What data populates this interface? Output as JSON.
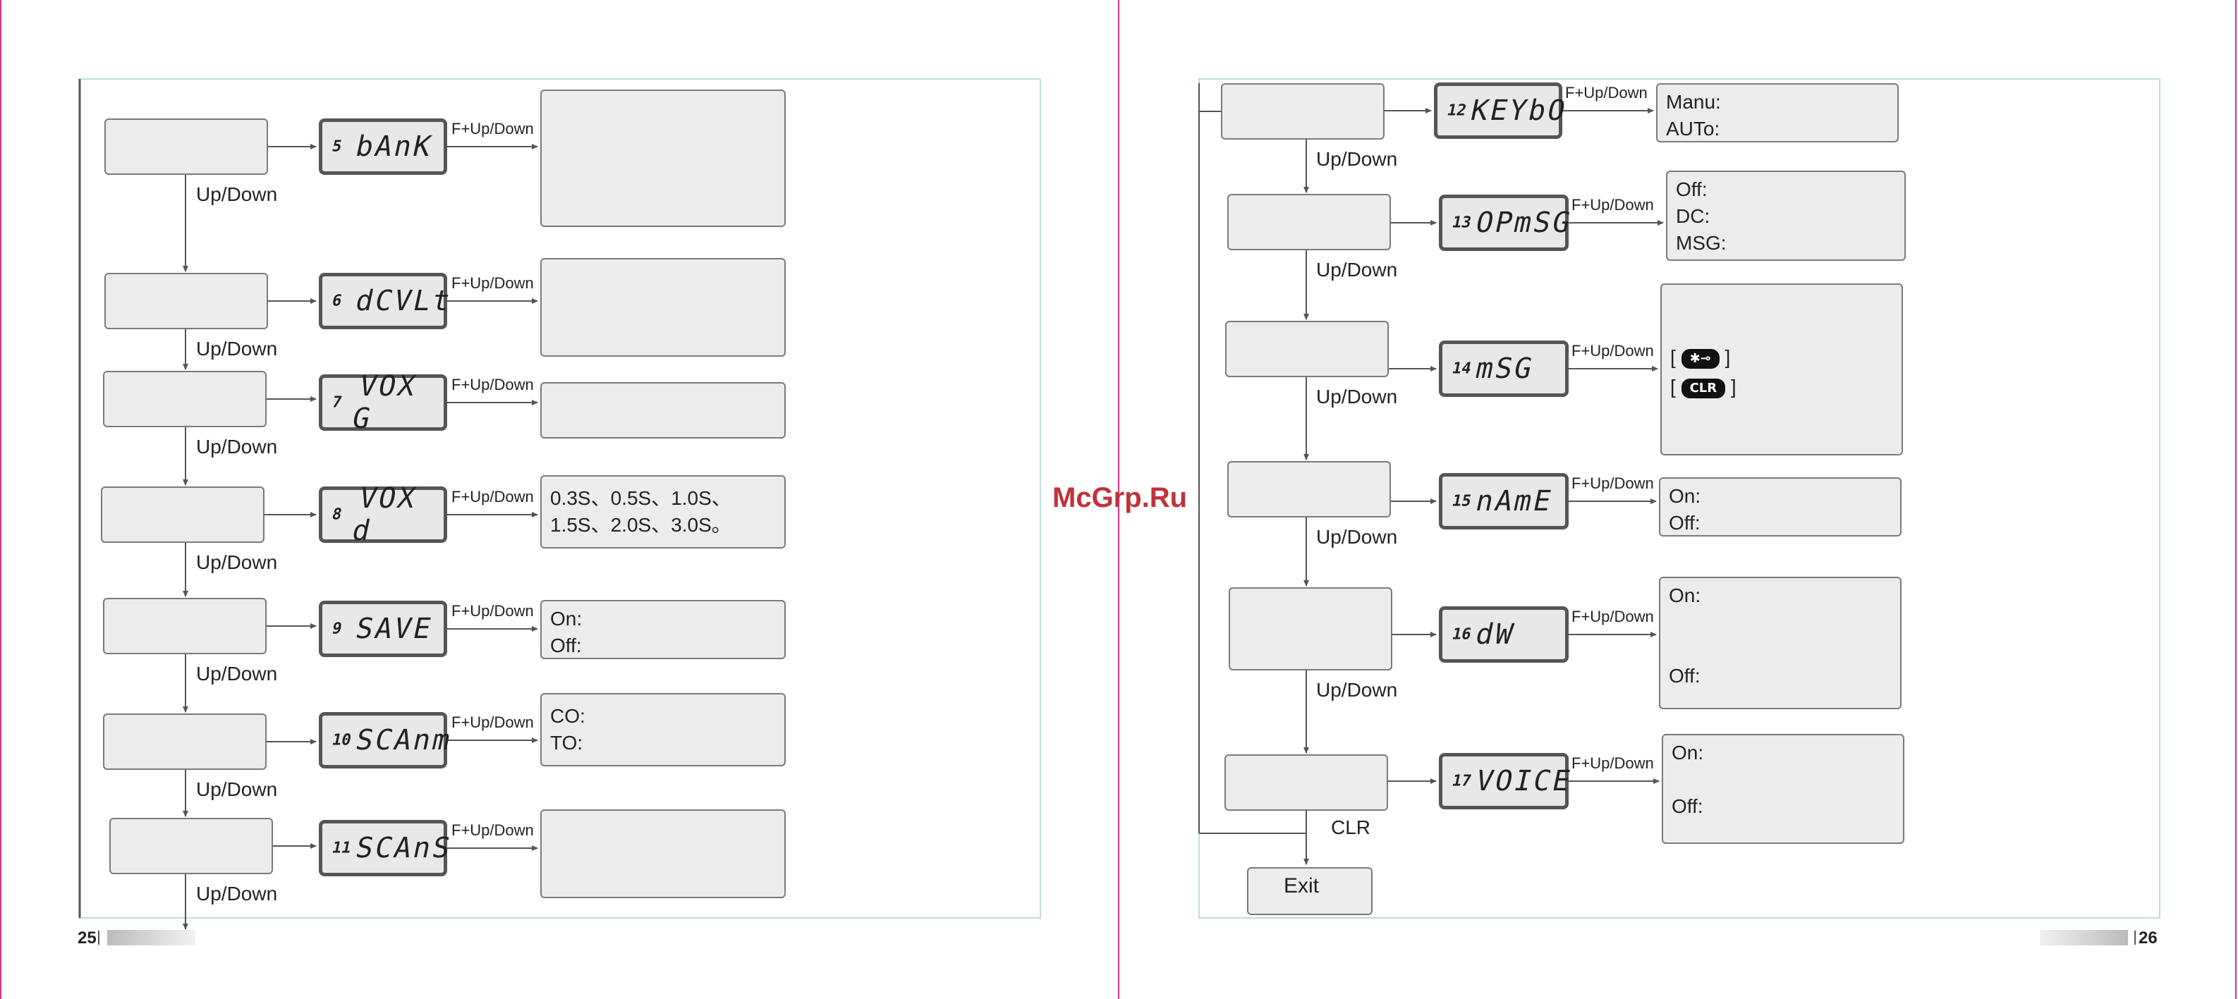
{
  "watermark": "McGrp.Ru",
  "left_page": {
    "page_number": "25",
    "rows": [
      {
        "num": "5",
        "code": "bAnK",
        "option_lines": []
      },
      {
        "num": "6",
        "code": "dCVLt",
        "option_lines": []
      },
      {
        "num": "7",
        "code": "VOX G",
        "option_lines": []
      },
      {
        "num": "8",
        "code": "VOX d",
        "option_lines": [
          "0.3S、0.5S、1.0S、",
          "1.5S、2.0S、3.0S。"
        ]
      },
      {
        "num": "9",
        "code": "SAVE",
        "option_lines": [
          "On:",
          "Off:"
        ]
      },
      {
        "num": "10",
        "code": "SCAnm",
        "option_lines": [
          "CO:",
          "TO:"
        ]
      },
      {
        "num": "11",
        "code": "SCAnS",
        "option_lines": []
      }
    ]
  },
  "right_page": {
    "page_number": "26",
    "rows": [
      {
        "num": "12",
        "code": "KEYbO",
        "option_lines": [
          "Manu:",
          "AUTo:"
        ]
      },
      {
        "num": "13",
        "code": "OPmSG",
        "option_lines": [
          "Off:",
          "DC:",
          "MSG:"
        ]
      },
      {
        "num": "14",
        "code": "mSG",
        "option_lines": []
      },
      {
        "num": "15",
        "code": "nAmE",
        "option_lines": [
          "On:",
          "Off:"
        ]
      },
      {
        "num": "16",
        "code": "dW",
        "option_lines": [
          "On:",
          "",
          "",
          "Off:"
        ]
      },
      {
        "num": "17",
        "code": "VOICE",
        "option_lines": [
          "On:",
          "",
          "Off:"
        ]
      }
    ],
    "msg_keys": [
      "✱⊸",
      "CLR"
    ],
    "clr_label": "CLR",
    "exit_label": "Exit"
  },
  "labels": {
    "f_updown": "F+Up/Down",
    "updown": "Up/Down"
  },
  "colors": {
    "box_fill": "#ececec",
    "box_border": "#7a7a7a",
    "lcd_border": "#555555",
    "frame_line": "#bfdcdc",
    "page_edge": "#d6338a",
    "watermark": "#c0313a"
  }
}
